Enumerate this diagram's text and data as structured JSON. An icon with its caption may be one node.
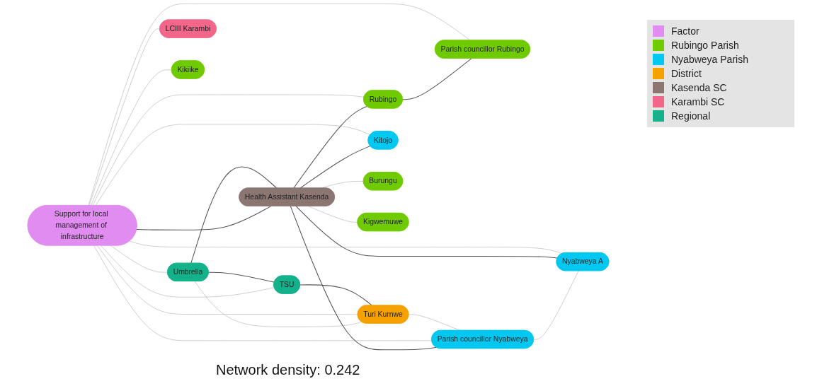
{
  "diagram": {
    "caption": "Network density: 0.242",
    "nodes": [
      {
        "text": [
          "Umbrella"
        ]
      },
      {
        "text": [
          "TSU"
        ]
      },
      {
        "text": [
          "Turi Kurnwe"
        ]
      },
      {
        "text": [
          "Support for local management of infrastructure"
        ]
      },
      {
        "text": [
          "LCIII Karambi"
        ]
      },
      {
        "text": [
          "Health Assistant Kasenda"
        ]
      },
      {
        "text": [
          "Parish councillor Rubingo"
        ]
      },
      {
        "text": [
          "Parish councillor Nyabweya"
        ]
      },
      {
        "text": [
          "Rubingo"
        ]
      },
      {
        "text": [
          "Nyabweya A"
        ]
      },
      {
        "text": [
          "Kitojo"
        ]
      },
      {
        "text": [
          "Burungu"
        ]
      },
      {
        "text": [
          "Kikiike"
        ]
      },
      {
        "text": [
          "Kigwemuwe"
        ]
      }
    ],
    "edges": [
      {
        "from": 0,
        "to": 1,
        "arrow": "none",
        "color": "#555555"
      },
      {
        "from": 1,
        "to": 2,
        "arrow": "none",
        "color": "#555555"
      },
      {
        "from": 3,
        "to": 0,
        "arrow": "none"
      },
      {
        "from": 3,
        "to": 2,
        "arrow": "none"
      },
      {
        "from": 3,
        "to": 1,
        "arrow": "none"
      },
      {
        "from": 0,
        "to": 2,
        "arrow": "none"
      },
      {
        "from": 0,
        "to": 5,
        "arrow": "none",
        "color": "#555555"
      },
      {
        "from": 2,
        "to": 7,
        "arrow": "none"
      },
      {
        "from": 3,
        "to": 4,
        "arrow": "none"
      },
      {
        "from": 3,
        "to": 5,
        "arrow": "none",
        "color": "#555555"
      },
      {
        "from": 3,
        "to": 7,
        "arrow": "none"
      },
      {
        "from": 3,
        "to": 9,
        "arrow": "none"
      },
      {
        "from": 3,
        "to": 10,
        "arrow": "none"
      },
      {
        "from": 3,
        "to": 6,
        "arrow": "none"
      },
      {
        "from": 3,
        "to": 8,
        "arrow": "none"
      },
      {
        "from": 3,
        "to": 12,
        "arrow": "none"
      },
      {
        "from": 5,
        "to": 7,
        "arrow": "none",
        "color": "#555555"
      },
      {
        "from": 5,
        "to": 9,
        "arrow": "none",
        "color": "#555555"
      },
      {
        "from": 5,
        "to": 10,
        "arrow": "none",
        "color": "#555555"
      },
      {
        "from": 5,
        "to": 8,
        "arrow": "none",
        "color": "#555555"
      },
      {
        "from": 5,
        "to": 11,
        "arrow": "none"
      },
      {
        "from": 5,
        "to": 13,
        "arrow": "none"
      },
      {
        "from": 7,
        "to": 9,
        "arrow": "none"
      },
      {
        "from": 8,
        "to": 6,
        "arrow": "none",
        "color": "#555555"
      }
    ],
    "legend": [
      {
        "text": "Factor",
        "color": "#e08cf0"
      },
      {
        "text": "Rubingo Parish",
        "color": "#6fcb00"
      },
      {
        "text": "Nyabweya Parish",
        "color": "#00c8f0"
      },
      {
        "text": "District",
        "color": "#f5a100"
      },
      {
        "text": "Kasenda SC",
        "color": "#8b7672"
      },
      {
        "text": "Karambi SC",
        "color": "#f2668a"
      },
      {
        "text": "Regional",
        "color": "#13b28a"
      }
    ]
  }
}
